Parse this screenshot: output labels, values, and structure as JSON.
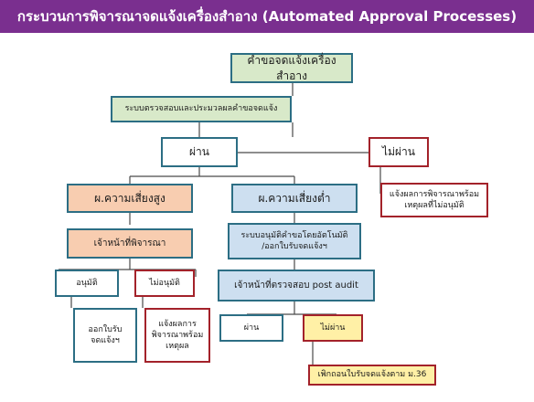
{
  "header": {
    "title": "กระบวนการพิจารณาจดแจ้งเครื่องสำอาง (Automated Approval Processes)",
    "background": "#7a2f8f"
  },
  "nodes": {
    "request": "คำขอจดแจ้งเครื่องสำอาง",
    "screening": "ระบบตรวจสอบและประมวลผลคำขอจดแจ้ง",
    "pass": "ผ่าน",
    "fail": "ไม่ผ่าน",
    "fail_notice": "แจ้งผลการพิจารณาพร้อม\nเหตุผลที่ไม่อนุมัติ",
    "high_risk": "ผ.ความเสี่ยงสูง",
    "low_risk": "ผ.ความเสี่ยงต่ำ",
    "officer_review": "เจ้าหน้าที่พิจารณา",
    "auto_approve": "ระบบอนุมัติคำขอโดยอัตโนมัติ\n/ออกใบรับจดแจ้งฯ",
    "post_audit_officer": "เจ้าหน้าที่ตรวจสอบ post audit",
    "approve": "อนุมัติ",
    "not_approve": "ไม่อนุมัติ",
    "issue_receipt": "ออกใบรับ\nจดแจ้งฯ",
    "notify_result": "แจ้งผลการ\nพิจารณาพร้อม\nเหตุผล",
    "audit_pass": "ผ่าน",
    "audit_fail": "ไม่ผ่าน",
    "revoke": "เพิกถอนใบรับจดแจ้งตาม ม.36"
  },
  "colors": {
    "green_fill": "#d8e9c9",
    "blue_fill": "#cddff0",
    "orange_fill": "#f8cdb0",
    "yellow_fill": "#fff0a6",
    "teal_border": "#2c6e84",
    "red_border": "#a3222a"
  }
}
